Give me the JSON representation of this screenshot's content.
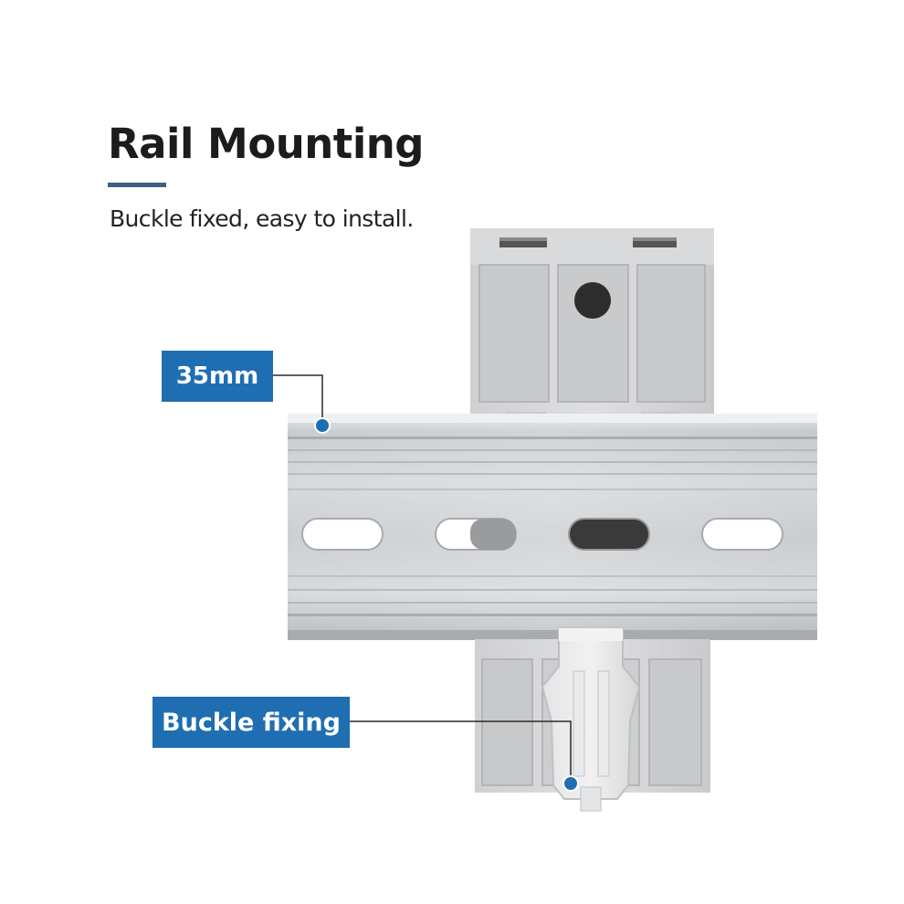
{
  "page": {
    "title": "Rail Mounting",
    "subtitle": "Buckle fixed, easy to install."
  },
  "callouts": {
    "rail_width_label": "35mm",
    "buckle_label": "Buckle fixing"
  },
  "colors": {
    "accent_blue": "#1f6eb2",
    "underline": "#3f5f84",
    "heading_text": "#1c1c1c",
    "rail_metal": "#c4c7cc",
    "module_plastic": "#d6d7d9",
    "slot_dark": "#3a3a3a"
  },
  "icons": {
    "rail_marker": "callout-dot-icon",
    "buckle_marker": "callout-dot-icon"
  }
}
